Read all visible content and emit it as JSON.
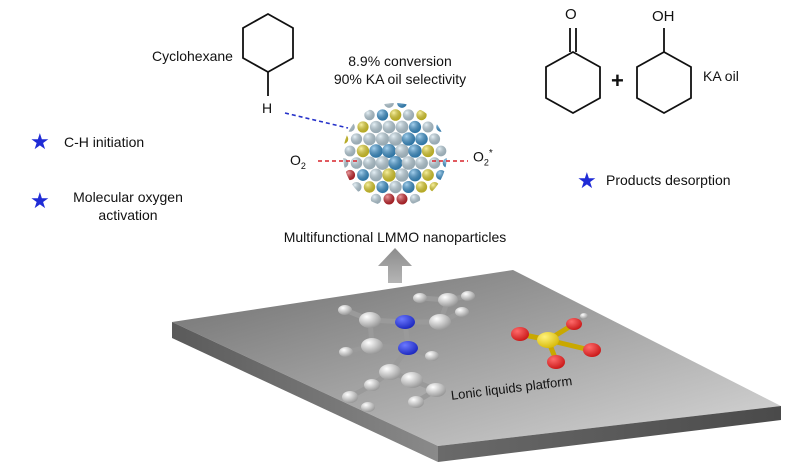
{
  "cyclohexane_label": "Cyclohexane",
  "h_label": "H",
  "conversion": "8.9% conversion",
  "selectivity": "90% KA oil selectivity",
  "o_label": "O",
  "ketone_atom": "O",
  "alcohol_atom": "OH",
  "plus_sign": "+",
  "ka_oil": "KA oil",
  "nanoparticle_label": "Multifunctional LMMO nanoparticles",
  "platform_label": "Lonic liquids platform",
  "features": [
    {
      "label": "C-H initiation"
    },
    {
      "label": "Molecular oxygen activation"
    },
    {
      "label": "Products desorption"
    }
  ],
  "colors": {
    "star": "#1f2bd6",
    "sphere_blue": "#3a9bdc",
    "sphere_light": "#c9e2ef",
    "sphere_yellow": "#f2e12a",
    "sphere_red": "#d7232b"
  }
}
